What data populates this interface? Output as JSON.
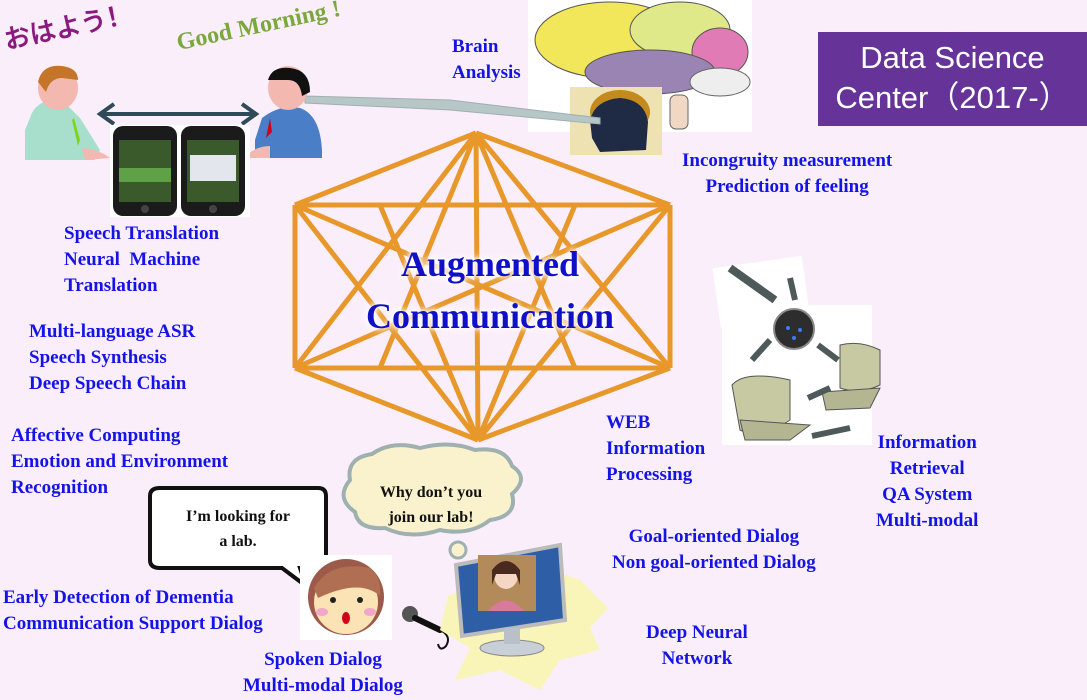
{
  "badge": {
    "line1": "Data Science",
    "line2": "Center（2017-）"
  },
  "greetings": {
    "japanese": "おはよう！",
    "english": "Good Morning !"
  },
  "center_title": {
    "line1": "Augmented",
    "line2": "Communication"
  },
  "topics": {
    "brain": [
      "Brain",
      "Analysis"
    ],
    "incongruity": [
      "Incongruity measurement",
      "Prediction of feeling"
    ],
    "speech_translation": [
      "Speech Translation",
      "Neural  Machine",
      "Translation"
    ],
    "asr": [
      "Multi-language ASR",
      "Speech Synthesis",
      "Deep Speech Chain"
    ],
    "affective": [
      "Affective Computing",
      "Emotion and Environment",
      "Recognition"
    ],
    "web": [
      "WEB",
      "Information",
      "Processing"
    ],
    "retrieval": [
      "Information",
      "Retrieval",
      "QA System",
      "Multi-modal"
    ],
    "goal_dialog": [
      "Goal-oriented Dialog",
      "Non goal-oriented Dialog"
    ],
    "dnn": [
      "Deep Neural",
      "Network"
    ],
    "dementia": [
      "Early Detection of Dementia",
      "Communication Support Dialog"
    ],
    "spoken": [
      "Spoken Dialog",
      "Multi-modal Dialog"
    ]
  },
  "bubbles": {
    "girl": [
      "I’m looking for",
      "a lab."
    ],
    "agent": [
      "Why don’t you",
      "join our lab!"
    ]
  },
  "colors": {
    "topic_text": "#1414e6",
    "badge_bg": "#663399",
    "lattice": "#e8982a",
    "background": "#fbeefb"
  }
}
